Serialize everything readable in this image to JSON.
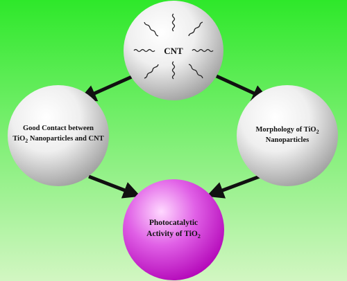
{
  "diagram": {
    "colors": {
      "background_top": "#2ee82a",
      "background_bottom": "#d2f6c2",
      "sphere_light": "#ffffff",
      "sphere_dark": "#9a9a9a",
      "product_light": "#ffd8ff",
      "product_dark": "#b000b5",
      "arrow": "#111111"
    },
    "nodes": {
      "cnt": {
        "label": "CNT"
      },
      "contact": {
        "line1": "Good Contact between",
        "line2_pre": "TiO",
        "line2_sub": "2",
        "line2_post": " Nanoparticles and CNT"
      },
      "morphology": {
        "line1_pre": "Morphology of TiO",
        "line1_sub": "2",
        "line2": "Nanoparticles"
      },
      "activity": {
        "line1": "Photocatalytic",
        "line2_pre": "Activity of TiO",
        "line2_sub": "2"
      }
    },
    "edges": [
      {
        "from": "cnt",
        "to": "contact"
      },
      {
        "from": "cnt",
        "to": "morphology"
      },
      {
        "from": "contact",
        "to": "activity"
      },
      {
        "from": "morphology",
        "to": "activity"
      }
    ]
  }
}
